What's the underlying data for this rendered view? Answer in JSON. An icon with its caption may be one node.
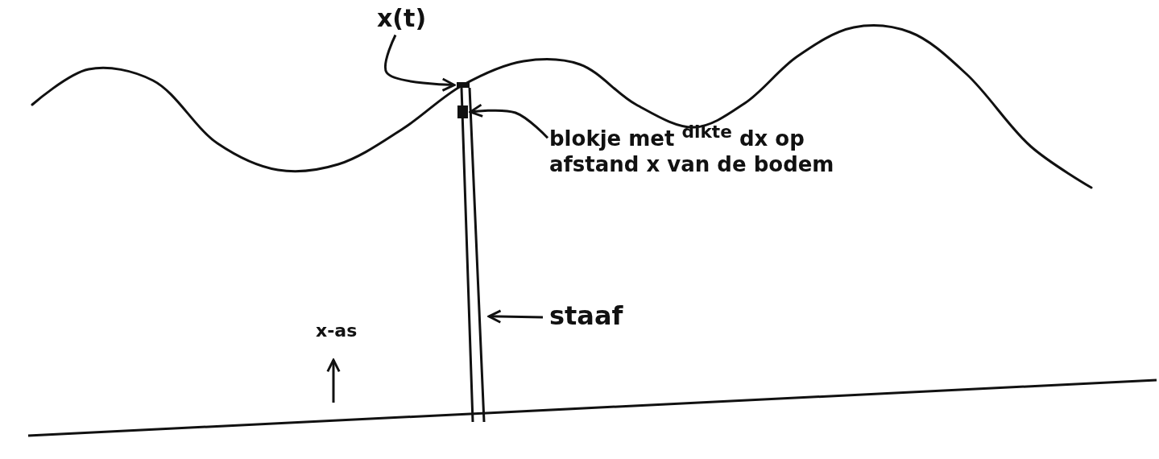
{
  "diagram": {
    "nodes": [
      {
        "text": [
          "x(t)"
        ]
      },
      {
        "text": [],
        "shape": "box",
        "in": 5
      },
      {
        "text": [
          "blokje met $^{dikte}$ dx op afstand x van de bodem"
        ]
      },
      {
        "text": [],
        "shape": "box",
        "in": 5
      },
      {
        "text": [
          "staaf"
        ]
      },
      {
        "text": [],
        "shape": "bar"
      }
    ],
    "edges": [
      {
        "from": 0,
        "to": 1,
        "arrow": "to"
      },
      {
        "from": 2,
        "to": 3,
        "arrow": "to"
      },
      {
        "from": 4,
        "to": 5,
        "arrow": "to"
      }
    ],
    "labels": [
      "x-as"
    ]
  }
}
